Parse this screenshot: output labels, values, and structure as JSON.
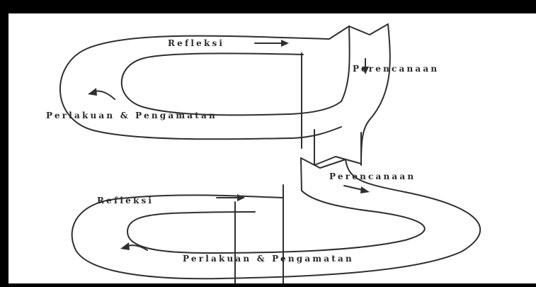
{
  "diagram": {
    "colors": {
      "frame": "#000000",
      "background": "#ffffff",
      "stroke": "#2f2f2f",
      "text": "#2a2a2a"
    },
    "cycle1": {
      "reflection": "Refleksi",
      "planning": "Perencanaan",
      "action_observation": "Perlakuan & Pengamatan"
    },
    "cycle2": {
      "planning": "Perencanaan",
      "reflection": "Refleksi",
      "action_observation": "Perlakuan & Pengamatan"
    }
  }
}
